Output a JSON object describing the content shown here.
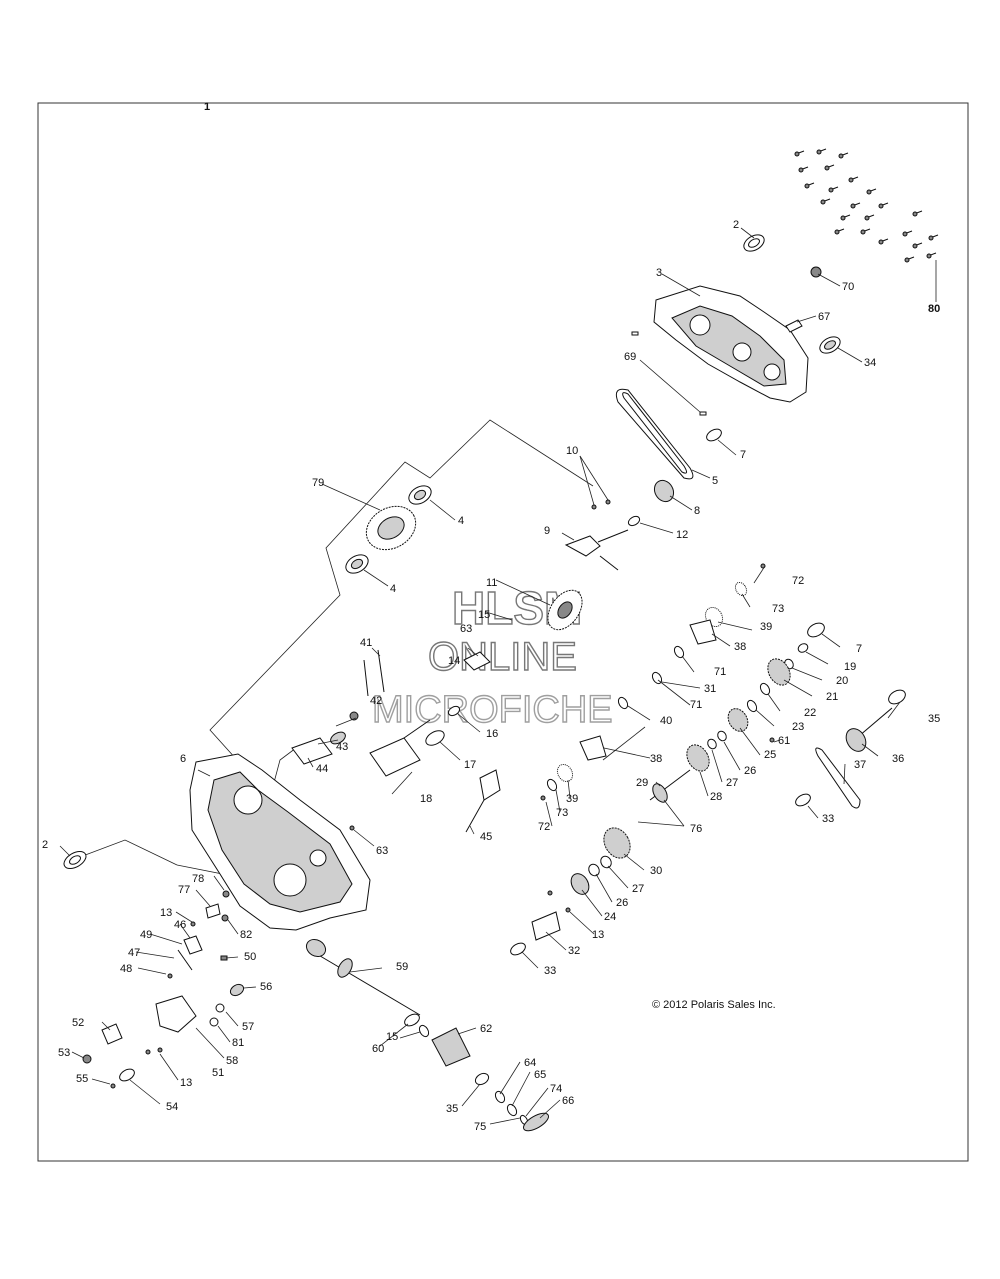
{
  "diagram": {
    "assembly_number": "1",
    "copyright": "© 2012 Polaris Sales Inc.",
    "watermark": {
      "line1": "HLSM",
      "line2": "ONLINE",
      "line3": "MICROFICHE"
    },
    "callouts": {
      "c2a": "2",
      "c2b": "2",
      "c3": "3",
      "c4a": "4",
      "c4b": "4",
      "c5": "5",
      "c6": "6",
      "c7a": "7",
      "c7b": "7",
      "c8": "8",
      "c9": "9",
      "c10": "10",
      "c11": "11",
      "c12": "12",
      "c13a": "13",
      "c13b": "13",
      "c13c": "13",
      "c14": "14",
      "c15": "15",
      "c16": "16",
      "c17": "17",
      "c18": "18",
      "c19": "19",
      "c20": "20",
      "c21": "21",
      "c22": "22",
      "c23": "23",
      "c24": "24",
      "c25": "25",
      "c26a": "26",
      "c26b": "26",
      "c27a": "27",
      "c27b": "27",
      "c28": "28",
      "c29": "29",
      "c30": "30",
      "c31": "31",
      "c32": "32",
      "c33a": "33",
      "c33b": "33",
      "c34": "34",
      "c35a": "35",
      "c35b": "35",
      "c36": "36",
      "c37": "37",
      "c38a": "38",
      "c38b": "38",
      "c39a": "39",
      "c39b": "39",
      "c40": "40",
      "c41": "41",
      "c42": "42",
      "c43": "43",
      "c44": "44",
      "c45": "45",
      "c46": "46",
      "c47": "47",
      "c48": "48",
      "c49": "49",
      "c50": "50",
      "c51": "51",
      "c52": "52",
      "c53": "53",
      "c54": "54",
      "c55": "55",
      "c56": "56",
      "c57": "57",
      "c58": "58",
      "c59": "59",
      "c60": "60",
      "c61": "61",
      "c62": "62",
      "c63a": "63",
      "c63b": "63",
      "c64": "64",
      "c65": "65",
      "c66": "66",
      "c67": "67",
      "c69": "69",
      "c70": "70",
      "c71a": "71",
      "c71b": "71",
      "c72a": "72",
      "c72b": "72",
      "c73a": "73",
      "c73b": "73",
      "c74": "74",
      "c75": "75",
      "c76": "76",
      "c77": "77",
      "c78": "78",
      "c79": "79",
      "c80": "80",
      "c81": "81",
      "c82": "82"
    }
  }
}
